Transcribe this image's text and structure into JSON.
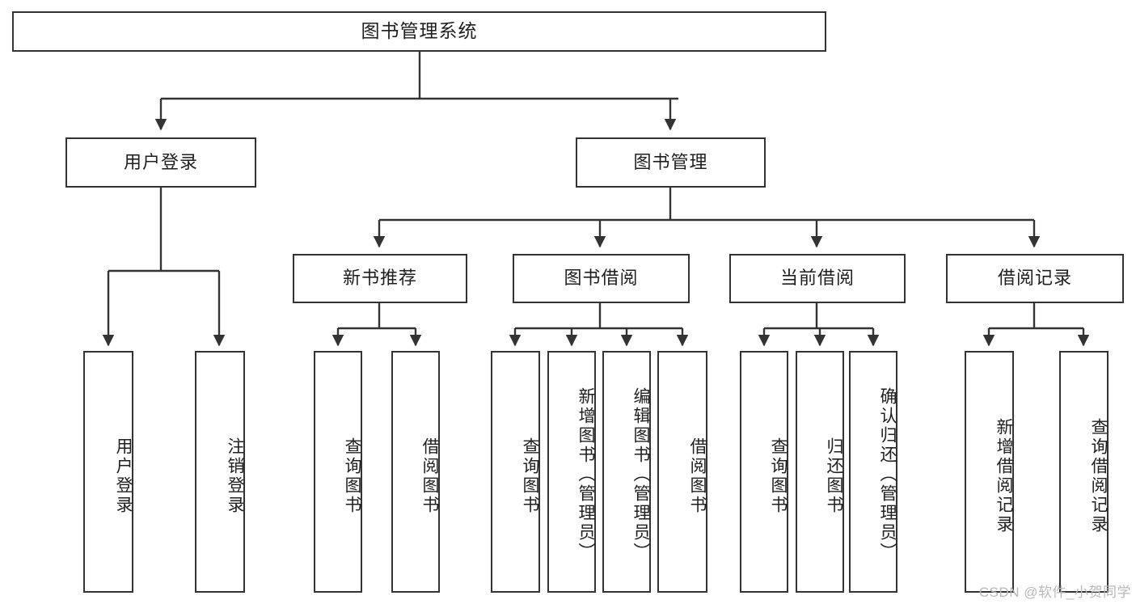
{
  "diagram": {
    "title": "图书管理系统",
    "watermark": "CSDN @软件_小贺同学",
    "stroke_color": "#333333",
    "background_color": "#ffffff",
    "text_color": "#1f1f1f",
    "watermark_color": "#b9b9b9"
  },
  "nodes": {
    "root": {
      "label": "图书管理系统"
    },
    "level2": [
      {
        "label": "用户登录"
      },
      {
        "label": "图书管理"
      }
    ],
    "level3": [
      {
        "label": "新书推荐"
      },
      {
        "label": "图书借阅"
      },
      {
        "label": "当前借阅"
      },
      {
        "label": "借阅记录"
      }
    ],
    "leaves": {
      "user_login": [
        {
          "label": "用户登录"
        },
        {
          "label": "注销登录"
        }
      ],
      "new_book_recommend": [
        {
          "label": "查询图书"
        },
        {
          "label": "借阅图书"
        }
      ],
      "book_borrow": [
        {
          "label": "查询图书"
        },
        {
          "label": "新增图书（管理员）"
        },
        {
          "label": "编辑图书（管理员）"
        },
        {
          "label": "借阅图书"
        }
      ],
      "current_borrow": [
        {
          "label": "查询图书"
        },
        {
          "label": "归还图书"
        },
        {
          "label": "确认归还（管理员）"
        }
      ],
      "borrow_record": [
        {
          "label": "新增借阅记录"
        },
        {
          "label": "查询借阅记录"
        }
      ]
    }
  }
}
